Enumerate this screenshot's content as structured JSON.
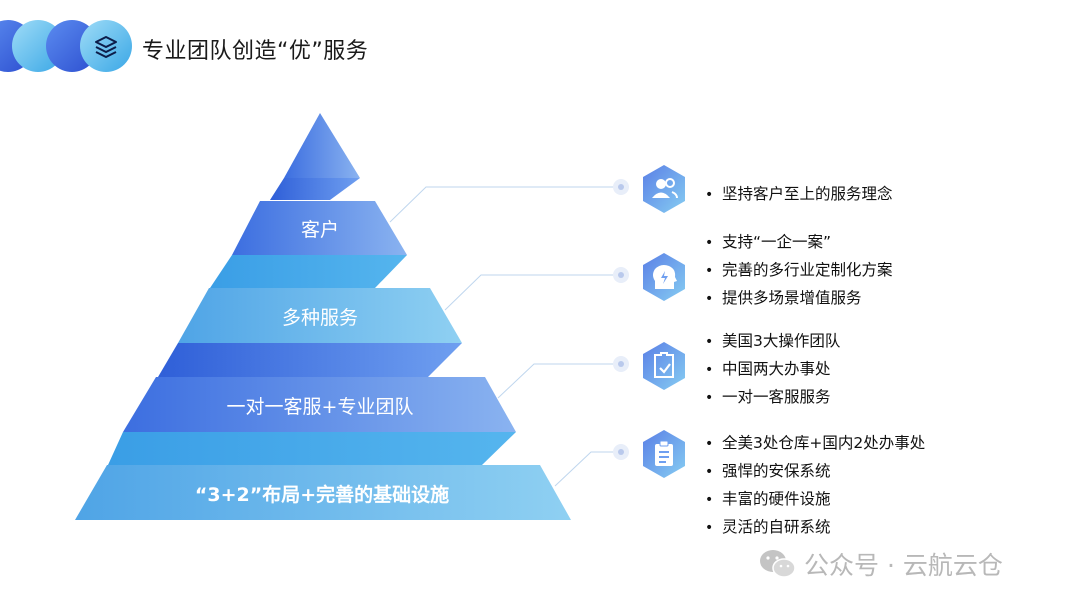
{
  "page": {
    "title": "专业团队创造“优”服务"
  },
  "pyramid": {
    "tiers": [
      {
        "label": "客户"
      },
      {
        "label": "多种服务"
      },
      {
        "label": "一对一客服+专业团队"
      },
      {
        "label": "“3+2”布局+完善的基础设施"
      }
    ]
  },
  "features": [
    {
      "icon": "users-icon",
      "bullets": [
        "坚持客户至上的服务理念"
      ]
    },
    {
      "icon": "lightbulb-head-icon",
      "bullets": [
        "支持“一企一案”",
        "完善的多行业定制化方案",
        "提供多场景增值服务"
      ]
    },
    {
      "icon": "checklist-icon",
      "bullets": [
        "美国3大操作团队",
        "中国两大办事处",
        "一对一客服服务"
      ]
    },
    {
      "icon": "clipboard-icon",
      "bullets": [
        "全美3处仓库+国内2处办事处",
        "强悍的安保系统",
        "丰富的硬件设施",
        "灵活的自研系统"
      ]
    }
  ],
  "watermark": {
    "text": "公众号 · 云航云仓"
  },
  "colors": {
    "blue_dark": "#3f6fe0",
    "blue_light": "#7ec8ee",
    "icon_grad_a": "#5a7fe6",
    "icon_grad_b": "#7fc6f0"
  }
}
